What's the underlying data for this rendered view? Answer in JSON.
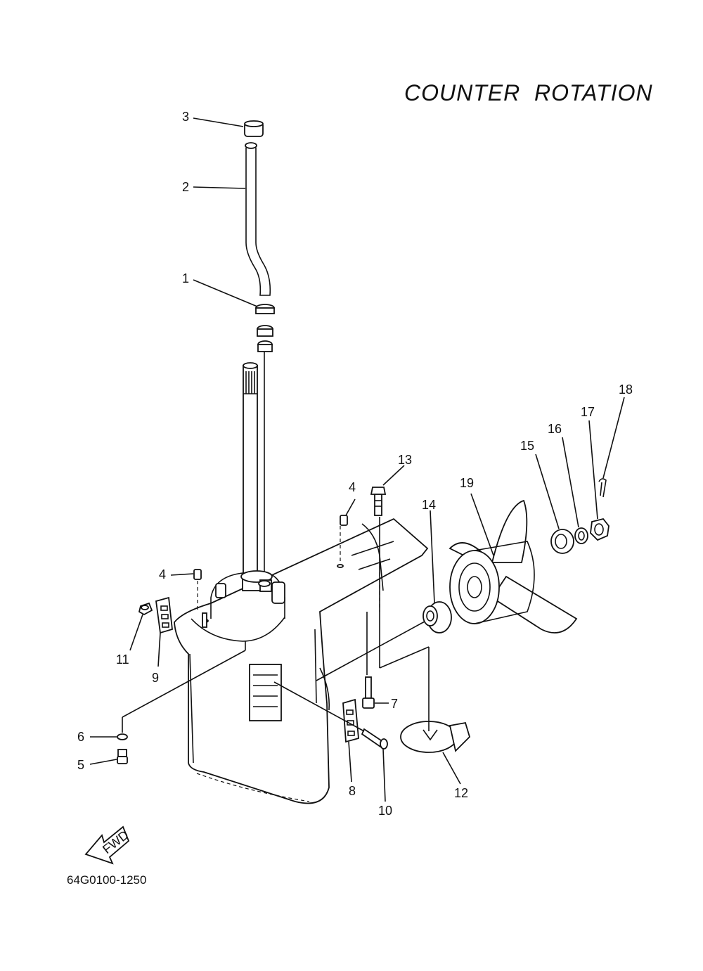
{
  "title": "COUNTER  ROTATION",
  "diagram_code": "64G0100-1250",
  "fwd_label": "FWD",
  "callouts": [
    {
      "id": "c1",
      "text": "1"
    },
    {
      "id": "c2",
      "text": "2"
    },
    {
      "id": "c3",
      "text": "3"
    },
    {
      "id": "c4a",
      "text": "4"
    },
    {
      "id": "c4b",
      "text": "4"
    },
    {
      "id": "c5",
      "text": "5"
    },
    {
      "id": "c6",
      "text": "6"
    },
    {
      "id": "c7",
      "text": "7"
    },
    {
      "id": "c8",
      "text": "8"
    },
    {
      "id": "c9",
      "text": "9"
    },
    {
      "id": "c10",
      "text": "10"
    },
    {
      "id": "c11",
      "text": "11"
    },
    {
      "id": "c12",
      "text": "12"
    },
    {
      "id": "c13",
      "text": "13"
    },
    {
      "id": "c14",
      "text": "14"
    },
    {
      "id": "c15",
      "text": "15"
    },
    {
      "id": "c16",
      "text": "16"
    },
    {
      "id": "c17",
      "text": "17"
    },
    {
      "id": "c18",
      "text": "18"
    },
    {
      "id": "c19",
      "text": "19"
    }
  ]
}
